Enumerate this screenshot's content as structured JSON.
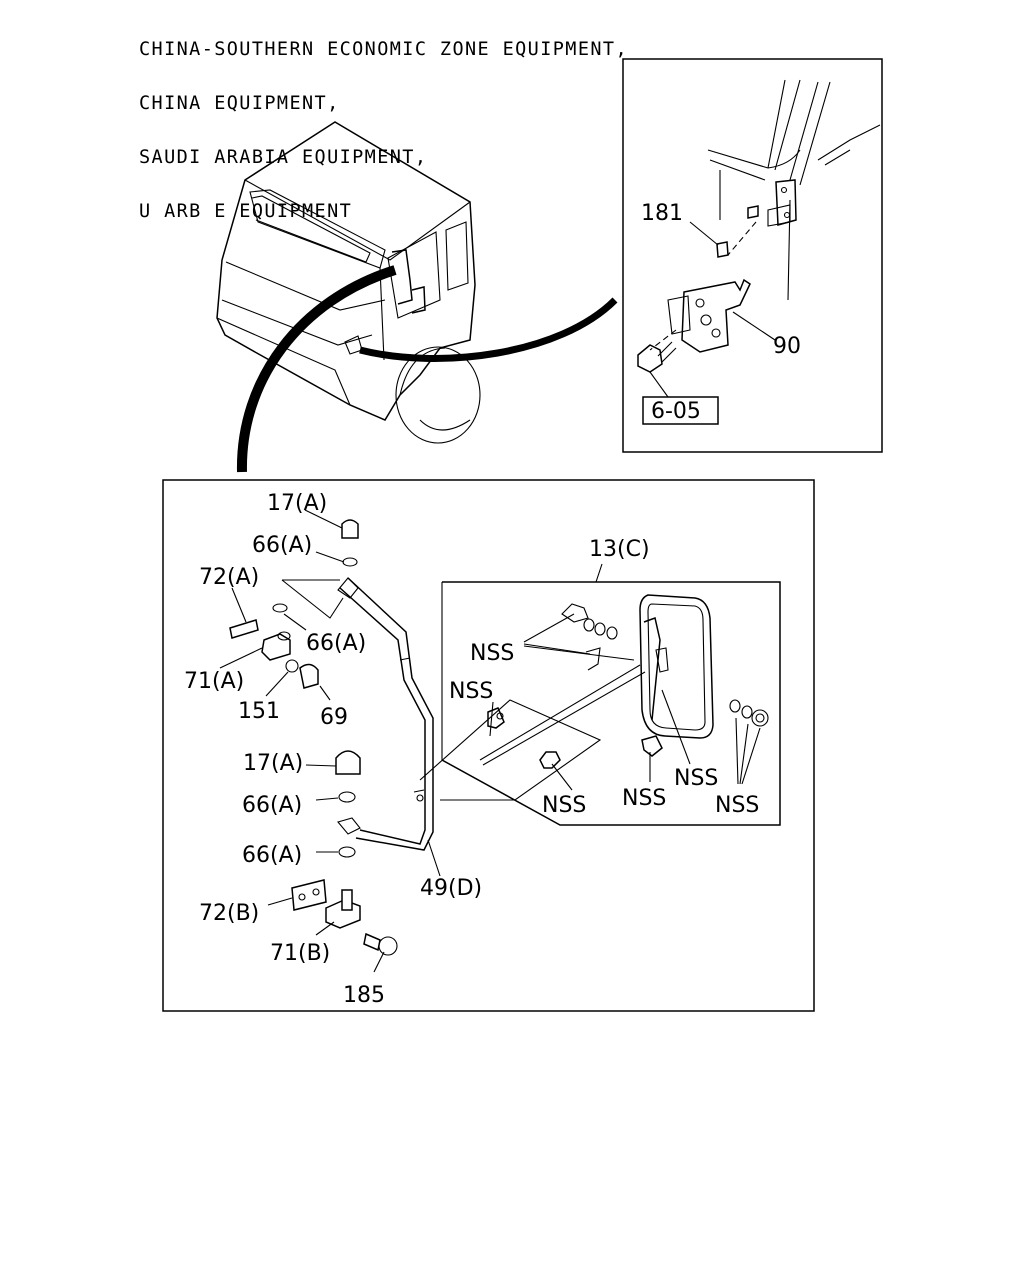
{
  "header": {
    "lines": [
      "CHINA-SOUTHERN ECONOMIC ZONE EQUIPMENT,",
      "CHINA EQUIPMENT,",
      "SAUDI ARABIA EQUIPMENT,",
      "U ARB E EQUIPMENT"
    ]
  },
  "inset": {
    "labels": {
      "p181": "181",
      "p90": "90",
      "ref": "6-05"
    }
  },
  "main": {
    "labels": {
      "l17a_top": "17(A)",
      "l66a_top": "66(A)",
      "l72a": "72(A)",
      "l66a_mid": "66(A)",
      "l71a": "71(A)",
      "l151": "151",
      "l69": "69",
      "l17a_2": "17(A)",
      "l66a_2": "66(A)",
      "l66a_3": "66(A)",
      "l72b": "72(B)",
      "l71b": "71(B)",
      "l185": "185",
      "l49d": "49(D)",
      "l13c": "13(C)"
    },
    "nss": [
      "NSS",
      "NSS",
      "NSS",
      "NSS",
      "NSS",
      "NSS"
    ]
  }
}
